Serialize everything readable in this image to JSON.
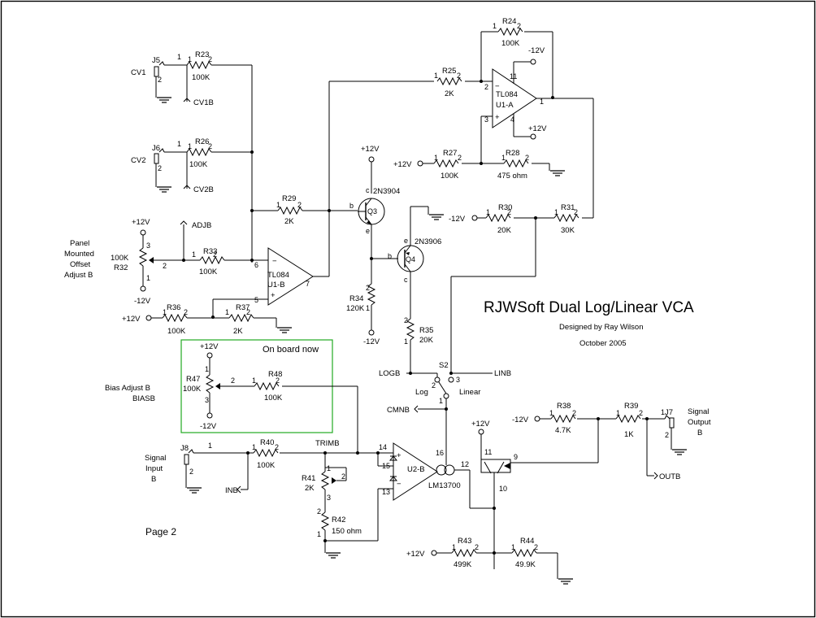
{
  "title": {
    "main": "RJWSoft Dual Log/Linear VCA",
    "designer": "Designed by Ray Wilson",
    "date": "October 2005"
  },
  "page_label": "Page 2",
  "onboard_note": "On board now",
  "annotations": {
    "panel_offset": [
      "Panel",
      "Mounted",
      "Offset",
      "Adjust B"
    ],
    "bias_adjust": [
      "Bias Adjust B",
      "BIASB"
    ],
    "signal_input": [
      "Signal",
      "Input",
      "B"
    ],
    "signal_output": [
      "Signal",
      "Output",
      "B"
    ]
  },
  "inputs": {
    "cv1": "CV1",
    "cv2": "CV2"
  },
  "nets": {
    "cv1b": "CV1B",
    "cv2b": "CV2B",
    "adjb": "ADJB",
    "logb": "LOGB",
    "linb": "LINB",
    "cmnb": "CMNB",
    "trimb": "TRIMB",
    "inb": "INB",
    "outb": "OUTB"
  },
  "power": {
    "pos": "+12V",
    "neg": "-12V"
  },
  "jacks": {
    "j5": "J5",
    "j6": "J6",
    "j7": "J7",
    "j8": "J8"
  },
  "resistors": {
    "r23": {
      "ref": "R23",
      "value": "100K"
    },
    "r24": {
      "ref": "R24",
      "value": "100K"
    },
    "r25": {
      "ref": "R25",
      "value": "2K"
    },
    "r26": {
      "ref": "R26",
      "value": "100K"
    },
    "r27": {
      "ref": "R27",
      "value": "100K"
    },
    "r28": {
      "ref": "R28",
      "value": "475 ohm"
    },
    "r29": {
      "ref": "R29",
      "value": "2K"
    },
    "r30": {
      "ref": "R30",
      "value": "20K"
    },
    "r31": {
      "ref": "R31",
      "value": "30K"
    },
    "r32": {
      "ref": "R32",
      "value": "100K"
    },
    "r33": {
      "ref": "R33",
      "value": "100K"
    },
    "r34": {
      "ref": "R34",
      "value": "120K"
    },
    "r35": {
      "ref": "R35",
      "value": "20K"
    },
    "r36": {
      "ref": "R36",
      "value": "100K"
    },
    "r37": {
      "ref": "R37",
      "value": "2K"
    },
    "r38": {
      "ref": "R38",
      "value": "4.7K"
    },
    "r39": {
      "ref": "R39",
      "value": "1K"
    },
    "r40": {
      "ref": "R40",
      "value": "100K"
    },
    "r41": {
      "ref": "R41",
      "value": "2K"
    },
    "r42": {
      "ref": "R42",
      "value": "150 ohm"
    },
    "r43": {
      "ref": "R43",
      "value": "499K"
    },
    "r44": {
      "ref": "R44",
      "value": "49.9K"
    },
    "r47": {
      "ref": "R47",
      "value": "100K"
    },
    "r48": {
      "ref": "R48",
      "value": "100K"
    }
  },
  "ics": {
    "u1a": {
      "part": "TL084",
      "ref": "U1-A"
    },
    "u1b": {
      "part": "TL084",
      "ref": "U1-B"
    },
    "u2b": {
      "part": "LM13700",
      "ref": "U2-B"
    }
  },
  "transistors": {
    "q3": {
      "ref": "Q3",
      "part": "2N3904"
    },
    "q4": {
      "ref": "Q4",
      "part": "2N3906"
    }
  },
  "switch": {
    "ref": "S2",
    "log": "Log",
    "linear": "Linear"
  }
}
